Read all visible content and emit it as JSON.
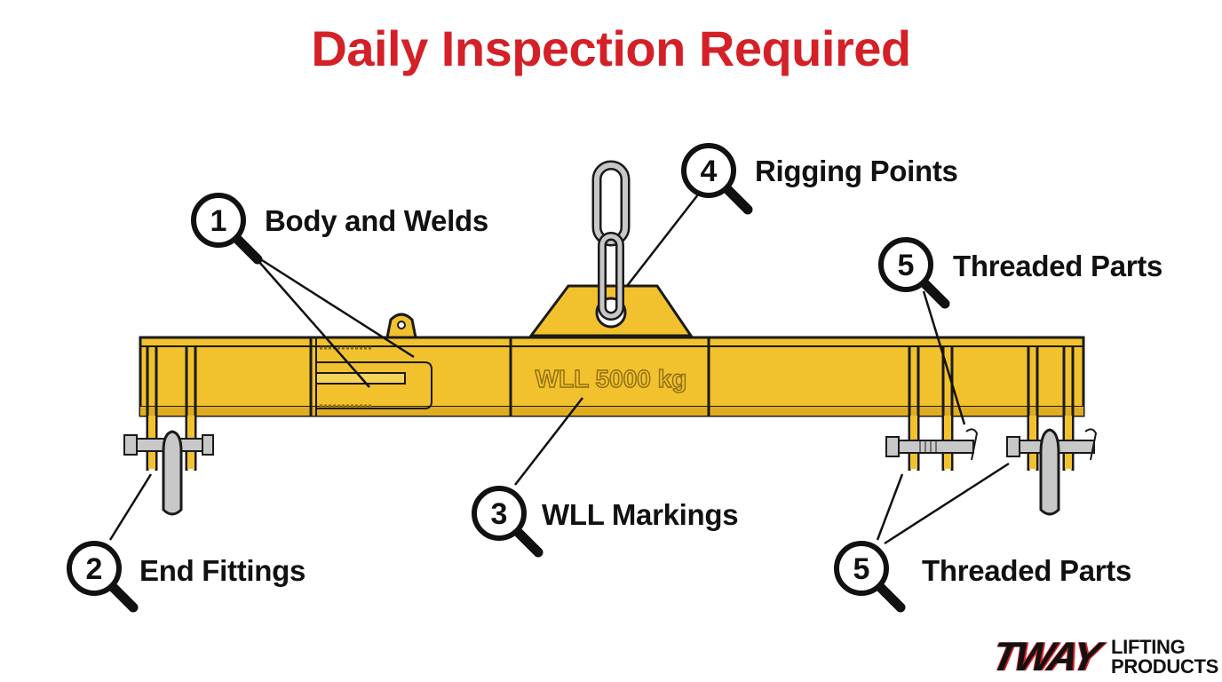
{
  "title": "Daily Inspection Required",
  "beam_marking": "WLL 5000 kg",
  "callouts": [
    {
      "number": "1",
      "label": "Body and Welds"
    },
    {
      "number": "2",
      "label": "End Fittings"
    },
    {
      "number": "3",
      "label": "WLL Markings"
    },
    {
      "number": "4",
      "label": "Rigging Points"
    },
    {
      "number": "5",
      "label": "Threaded Parts"
    },
    {
      "number": "5",
      "label": "Threaded Parts"
    }
  ],
  "brand": {
    "name": "TWAY",
    "line1": "LIFTING",
    "line2": "PRODUCTS"
  },
  "colors": {
    "title": "#d42027",
    "beam": "#f2c12e",
    "outline": "#1a1a1a",
    "hardware": "#c8c8c8"
  },
  "icons": [
    "magnifier-icon",
    "shackle-icon",
    "bolt-icon",
    "cotter-pin-icon"
  ]
}
